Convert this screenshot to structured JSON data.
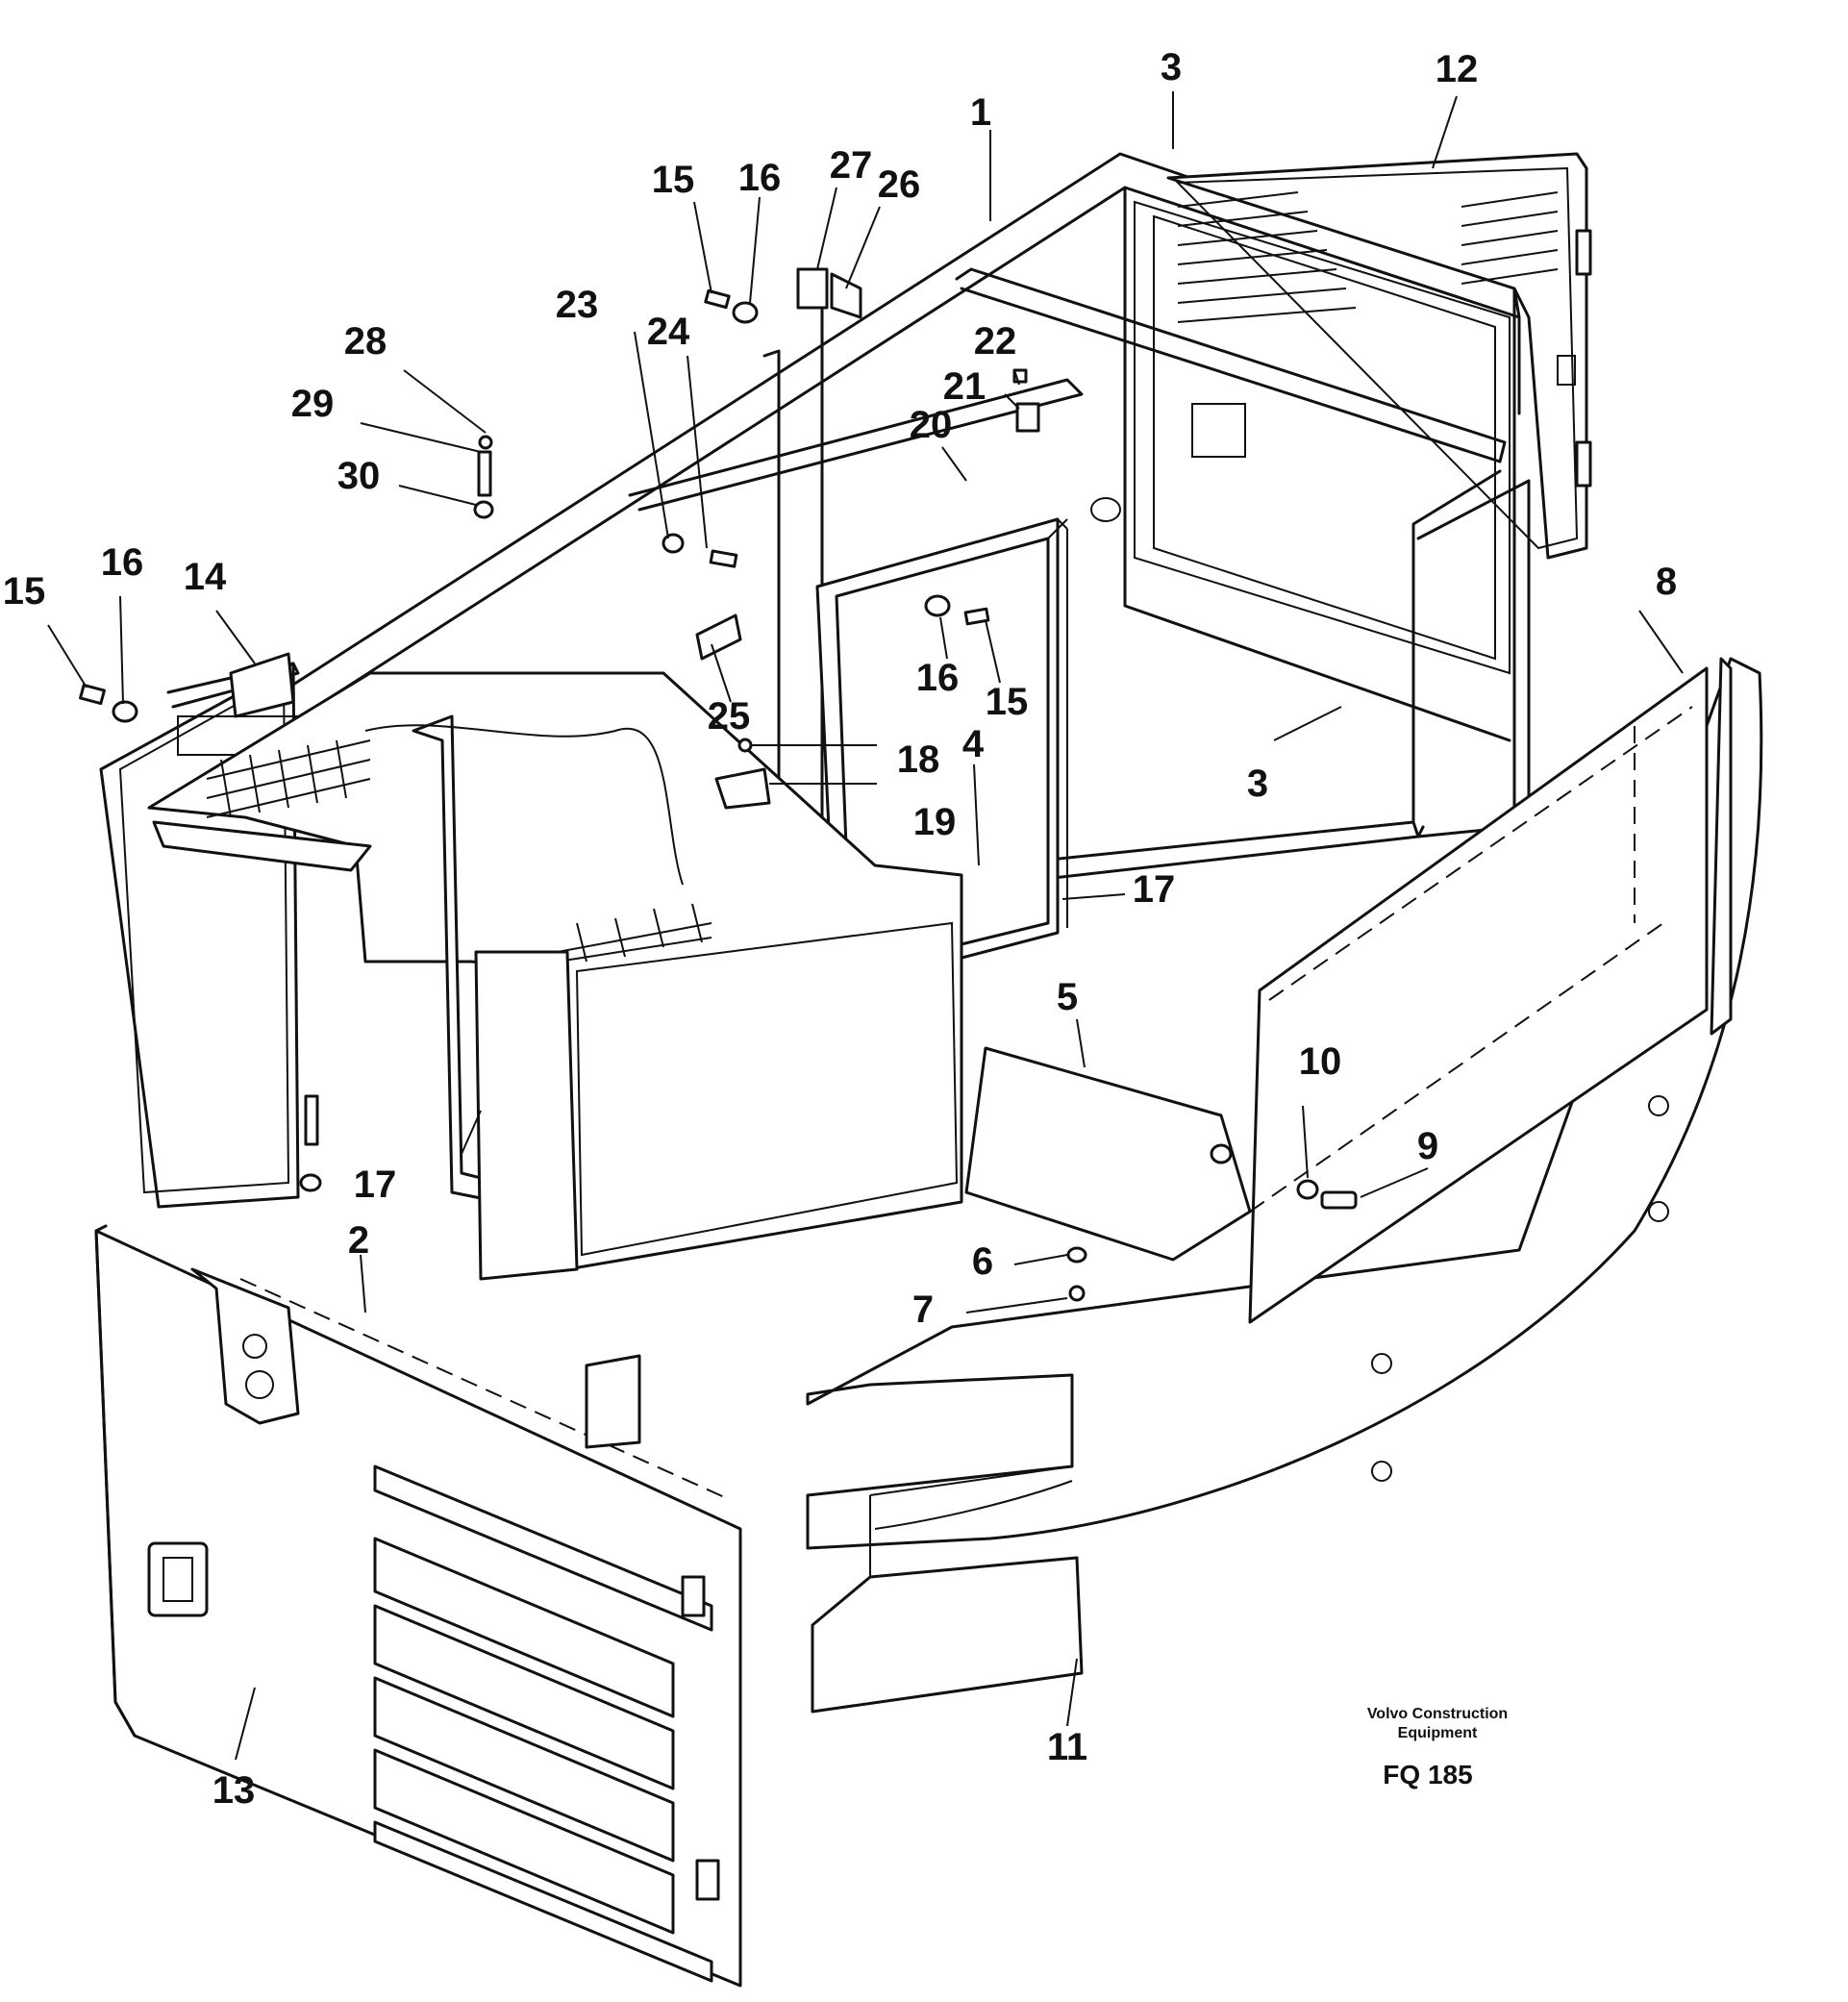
{
  "diagram": {
    "part_labels": [
      "1",
      "2",
      "3",
      "3",
      "4",
      "5",
      "6",
      "7",
      "8",
      "9",
      "10",
      "11",
      "12",
      "13",
      "14",
      "15",
      "15",
      "15",
      "16",
      "16",
      "16",
      "17",
      "17",
      "18",
      "19",
      "20",
      "21",
      "22",
      "23",
      "24",
      "25",
      "26",
      "27",
      "28",
      "29",
      "30"
    ]
  },
  "credit": {
    "line1": "Volvo Construction",
    "line2": "Equipment",
    "code": "FQ 185"
  }
}
